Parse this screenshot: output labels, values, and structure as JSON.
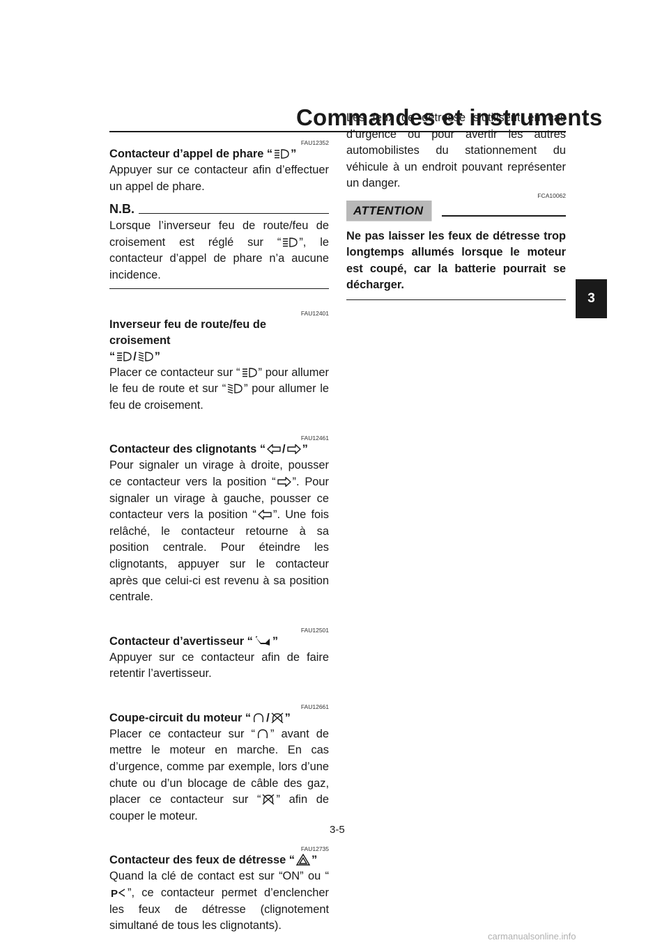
{
  "header": {
    "title": "Commandes et instruments"
  },
  "chapter_tab": "3",
  "sections": [
    {
      "code": "FAU12352",
      "heading_pre": "Contacteur d’appel de phare “",
      "heading_post": "”",
      "heading_icon": "high-beam-icon",
      "body": "Appuyer sur ce contacteur afin d’effectuer un appel de phare."
    },
    {
      "code": "FAU12401",
      "heading_line1": "Inverseur feu de route/feu de croisement",
      "heading_pre": "“",
      "heading_mid": "/",
      "heading_post": "”",
      "body_pre": "Placer ce contacteur sur “",
      "body_mid": "” pour allumer le feu de route et sur “",
      "body_post": "” pour allumer le feu de croisement."
    },
    {
      "code": "FAU12461",
      "heading_pre": "Contacteur des clignotants “",
      "heading_mid": "/",
      "heading_post": "”",
      "body_pre": "Pour signaler un virage à droite, pousser ce contacteur vers la position “",
      "body_mid": "”. Pour signaler un virage à gauche, pousser ce contacteur vers la position “",
      "body_post": "”. Une fois relâché, le contacteur retourne à sa position centrale. Pour éteindre les clignotants, appuyer sur le contacteur après que celui-ci est revenu à sa position centrale."
    },
    {
      "code": "FAU12501",
      "heading_pre": "Contacteur d’avertisseur “",
      "heading_post": "”",
      "body": "Appuyer sur ce contacteur afin de faire retentir l’avertisseur."
    },
    {
      "code": "FAU12661",
      "heading_pre": "Coupe-circuit du moteur “",
      "heading_mid": "/",
      "heading_post": "”",
      "body_pre": "Placer ce contacteur sur “",
      "body_mid": "” avant de mettre le moteur en marche. En cas d’urgence, comme par exemple, lors d’une chute ou d’un blocage de câble des gaz, placer ce contacteur sur “",
      "body_post": "” afin de couper le moteur."
    },
    {
      "code": "FAU12735",
      "heading_pre": "Contacteur des feux de détresse “",
      "heading_post": "”",
      "body_pre": "Quand la clé de contact est sur “ON” ou “",
      "body_post": "”, ce contacteur permet d’enclencher les feux de détresse (clignotement simultané de tous les clignotants)."
    }
  ],
  "nb": {
    "label": "N.B.",
    "text_pre": "Lorsque l’inverseur feu de route/feu de croisement est réglé sur “",
    "text_post": "”, le contacteur d’appel de phare n’a aucune incidence."
  },
  "right_column": {
    "intro": "Les feux de détresse s’utilisent en cas d’urgence ou pour avertir les autres automobilistes du stationnement du véhicule à un endroit pouvant représenter un danger.",
    "attention_code": "FCA10062",
    "attention_label": "ATTENTION",
    "attention_text": "Ne pas laisser les feux de détresse trop longtemps allumés lorsque le moteur est coupé, car la batterie pourrait se décharger."
  },
  "page_number": "3-5",
  "watermark": "carmanualsonline.info"
}
